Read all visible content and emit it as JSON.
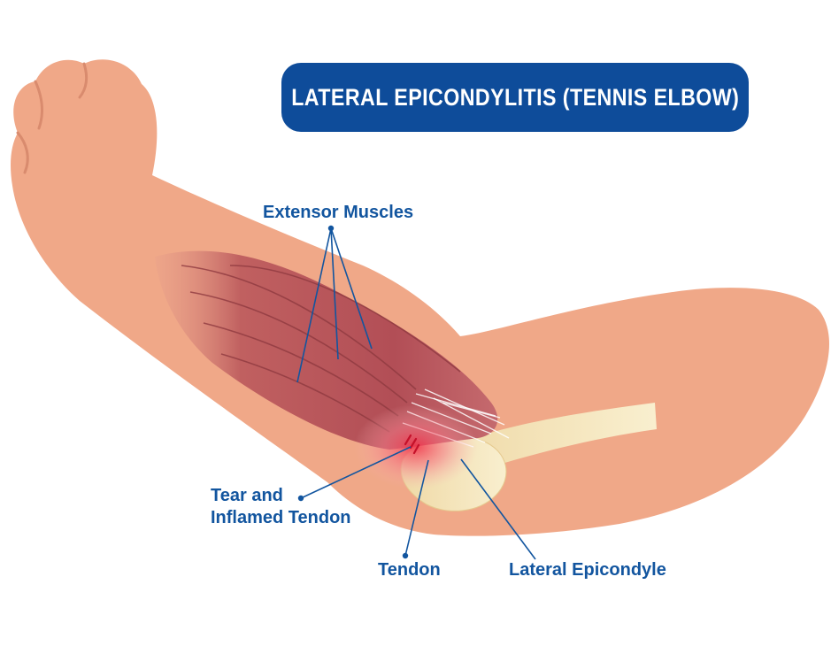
{
  "title": "LATERAL EPICONDYLITIS (TENNIS ELBOW)",
  "labels": {
    "extensor_muscles": "Extensor Muscles",
    "tear_line1": "Tear and",
    "tear_line2": "Inflamed Tendon",
    "tendon": "Tendon",
    "lateral_epicondyle": "Lateral Epicondyle"
  },
  "colors": {
    "title_background": "#0e4c9a",
    "label_text": "#12559f",
    "skin": "#f0a888",
    "muscle": "#b8555a",
    "bone": "#f7e9c2",
    "inflammation": "#f2304a"
  }
}
